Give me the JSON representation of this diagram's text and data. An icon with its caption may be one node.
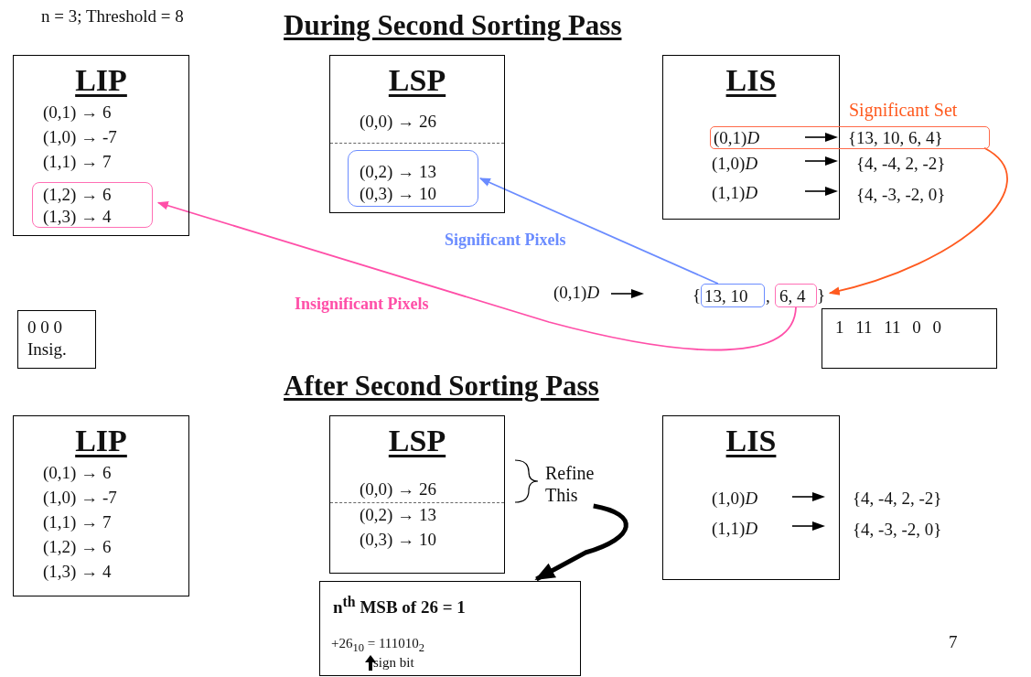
{
  "diagram": {
    "title": "During Second Sorting Pass",
    "nodes": [
      {
        "text": [
          "LIP",
          "(0,1) → 6",
          "(1,0) → -7",
          "(1,1) → 7"
        ]
      },
      {
        "text": [
          "(1,2) → 6",
          "(1,3) → 4"
        ],
        "in": 0
      },
      {
        "text": [
          "LSP",
          "(0,0) → 26"
        ]
      },
      {
        "text": [
          "(0,2) → 13",
          "(0,3) → 10"
        ],
        "in": 2
      },
      {
        "text": [
          "LIS"
        ]
      },
      {
        "text": [
          "(0,1)*D*",
          "{13, 10, 6, 4}"
        ],
        "beside": [
          "Significant Set"
        ]
      },
      {
        "text": [
          "13, 10"
        ]
      },
      {
        "text": [
          "6, 4"
        ]
      },
      {
        "text": [
          "1 11 11 0 0"
        ]
      },
      {
        "text": [
          "0 0 0",
          "Insig."
        ]
      },
      {
        "text": [
          "LIP",
          "(0,1) → 6",
          "(1,0) → -7",
          "(1,1) → 7",
          "(1,2) → 6",
          "(1,3) → 4"
        ]
      },
      {
        "text": [
          "LSP",
          "(0,0) → 26",
          "(0,2) → 13",
          "(0,3) → 10"
        ]
      },
      {
        "text": [
          "Refine This"
        ]
      },
      {
        "text": [
          "n$^{th}$ MSB of 26 = 1",
          "+26$_{10}$ = 111010$_{2}$",
          "sign bit"
        ]
      },
      {
        "text": [
          "LIS"
        ]
      }
    ],
    "edges": [
      {
        "from": 5,
        "to": 7,
        "arrow": "to",
        "color": "#ff5a1f"
      },
      {
        "from": 6,
        "to": 3,
        "arrow": "to",
        "label": "Significant Pixels",
        "color": "#6b8cff"
      },
      {
        "from": 7,
        "to": 1,
        "arrow": "to",
        "label": "Insignificant Pixels",
        "color": "#ff4fa8"
      },
      {
        "from": 12,
        "to": 13,
        "arrow": "to",
        "style": "thick",
        "color": "#000000"
      }
    ],
    "labels": [
      "n = 3; Threshold = 8",
      "(1,0)*D*",
      "{4, -4, 2, -2}",
      "(1,1)*D*",
      "{4, -3, -2, 0}",
      "(0,1)*D*",
      "{",
      ",",
      "}",
      "After Second Sorting Pass",
      "(1,0)*D*",
      "{4, -4, 2, -2}",
      "(1,1)*D*",
      "{4, -3, -2, 0}",
      "7"
    ]
  }
}
